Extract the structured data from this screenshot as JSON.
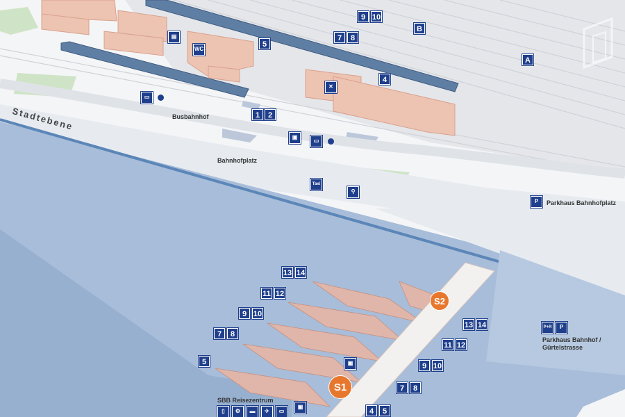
{
  "levels": {
    "street": "Stadtebene"
  },
  "places": {
    "bus_station": "Busbahnhof",
    "station_square": "Bahnhofplatz",
    "parking_north": "Parkhaus Bahnhofplatz",
    "parking_south": "Parkhaus Bahnhof /\nGürtelstrasse",
    "travel_centre": "SBB Reisezentrum"
  },
  "track_badges_upper": [
    "1",
    "2",
    "4",
    "5",
    "7",
    "8",
    "9",
    "10"
  ],
  "sector_badges": [
    "A",
    "B"
  ],
  "track_badges_lower": [
    "4",
    "5",
    "5",
    "7",
    "8",
    "7",
    "8",
    "9",
    "10",
    "9",
    "10",
    "11",
    "12",
    "11",
    "12",
    "13",
    "14",
    "13",
    "14"
  ],
  "exits": [
    "S1",
    "S2"
  ],
  "icons": {
    "wc": "WC",
    "taxi": "Taxi",
    "bus": "bus-icon",
    "bike": "bike-icon",
    "parking": "P",
    "park_and_rail": "P+R"
  },
  "colors": {
    "track_badge": "#1f3f8c",
    "exit": "#e8772e",
    "building": "#e9b5a0",
    "underground": "#9fb7d6"
  }
}
